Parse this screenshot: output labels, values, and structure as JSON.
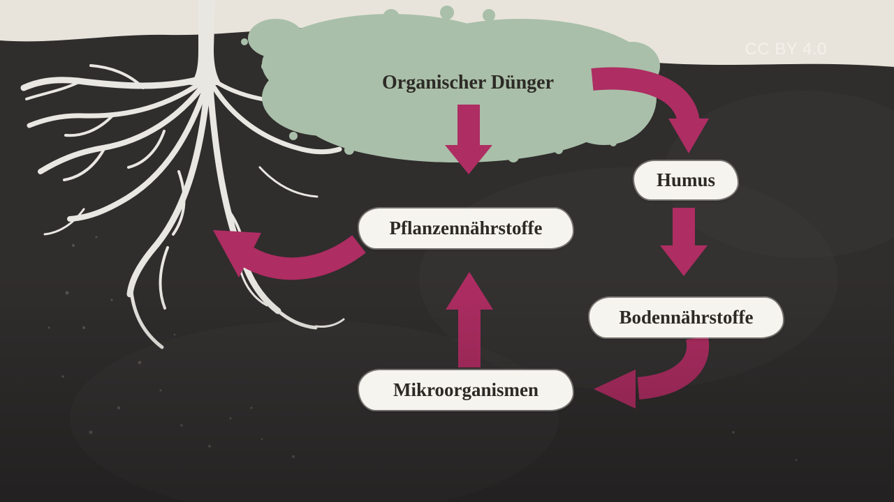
{
  "attribution": "CC BY 4.0",
  "nodes": {
    "organischer_duenger": {
      "label": "Organischer Dünger"
    },
    "humus": {
      "label": "Humus"
    },
    "pflanzennaehrstoffe": {
      "label": "Pflanzennährstoffe"
    },
    "bodennaehrstoffe": {
      "label": "Bodennährstoffe"
    },
    "mikroorganismen": {
      "label": "Mikroorganismen"
    }
  },
  "edges": [
    {
      "from": "organischer_duenger",
      "to": "pflanzennaehrstoffe"
    },
    {
      "from": "organischer_duenger",
      "to": "humus"
    },
    {
      "from": "humus",
      "to": "bodennaehrstoffe"
    },
    {
      "from": "bodennaehrstoffe",
      "to": "mikroorganismen"
    },
    {
      "from": "mikroorganismen",
      "to": "pflanzennaehrstoffe"
    },
    {
      "from": "pflanzennaehrstoffe",
      "to": "wurzeln"
    }
  ],
  "colors": {
    "sky": "#e8e4db",
    "soil": "#302d2d",
    "foliage": "#a9bfa9",
    "arrow": "#ae2d62",
    "label_bg": "#f6f4ee",
    "label_text": "#2d2a26",
    "root": "#e9e7e2",
    "attribution_text": "#f4f1ea"
  }
}
